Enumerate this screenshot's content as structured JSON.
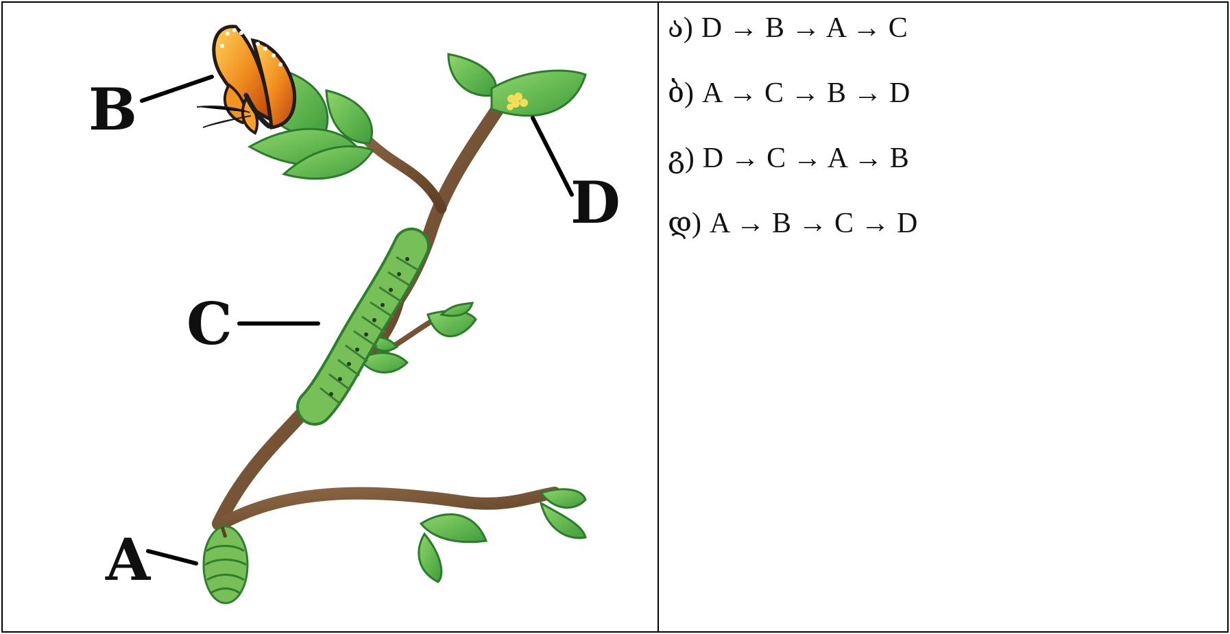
{
  "figure": {
    "labels": {
      "a": "A",
      "b": "B",
      "c": "C",
      "d": "D"
    }
  },
  "options": [
    {
      "letter": "ა)",
      "sequence": "D → B → A → C"
    },
    {
      "letter": "ბ)",
      "sequence": "A → C → B → D"
    },
    {
      "letter": "გ)",
      "sequence": "D → C → A → B"
    },
    {
      "letter": "დ)",
      "sequence": "A → B → C → D"
    }
  ],
  "colors": {
    "border": "#000000",
    "branch": "#7a5536",
    "leaf": "#62b64f",
    "leaf_dark": "#2e7d32",
    "caterpillar": "#73bf55",
    "butterfly": "#e67a17",
    "eggs": "#f4dd58"
  }
}
